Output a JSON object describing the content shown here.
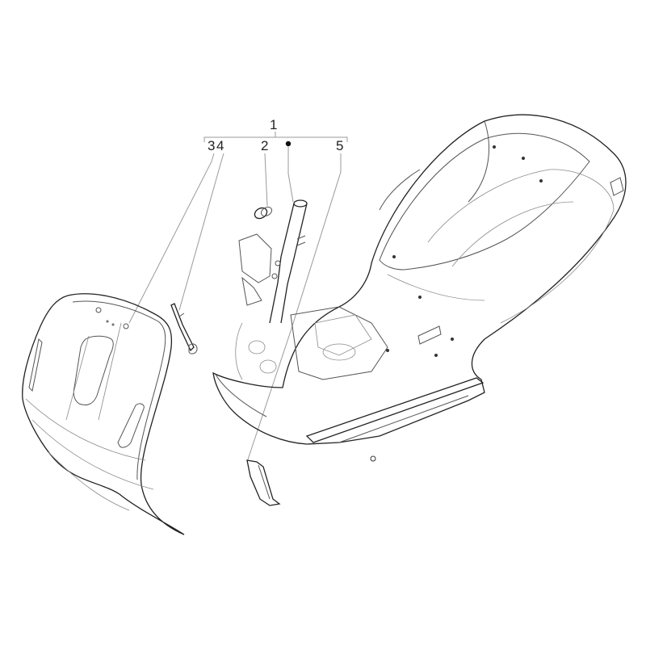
{
  "diagram": {
    "type": "exploded-parts-diagram",
    "subject": "scooter frame / body (chassis, front shield, steering tube)",
    "background_color": "#ffffff",
    "line_color": "#222222",
    "leader_color": "#9a9a9a"
  },
  "callouts": {
    "group": {
      "label": "1"
    },
    "items": [
      {
        "id": "3",
        "label": "3",
        "part": "front shield"
      },
      {
        "id": "4",
        "label": "4",
        "part": "shield bracket"
      },
      {
        "id": "2",
        "label": "2",
        "part": "bushing"
      },
      {
        "id": "dot",
        "label": "•",
        "part": "steering tube / frame front"
      },
      {
        "id": "5",
        "label": "5",
        "part": "lower cover plate"
      }
    ]
  }
}
